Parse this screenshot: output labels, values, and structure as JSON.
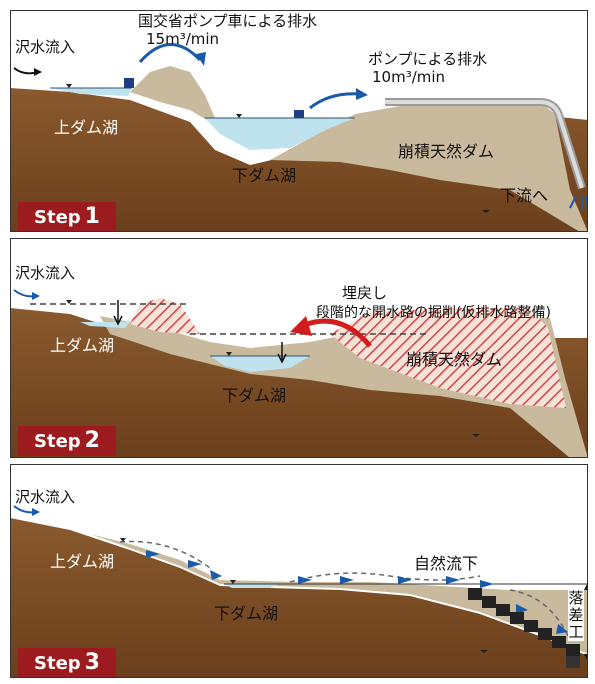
{
  "steps": [
    {
      "badge_word": "Step",
      "badge_num": "1",
      "inflow": "沢水流入",
      "pump_truck_label": "国交省ポンプ車による排水",
      "pump_truck_rate": "15m³/min",
      "pump_label": "ポンプによる排水",
      "pump_rate": "10m³/min",
      "upper_lake": "上ダム湖",
      "lower_lake": "下ダム湖",
      "landslide_dam": "崩積天然ダム",
      "downstream": "下流へ"
    },
    {
      "badge_word": "Step",
      "badge_num": "2",
      "inflow": "沢水流入",
      "backfill": "埋戻し",
      "excavation": "段階的な開水路の掘削(仮排水路整備)",
      "upper_lake": "上ダム湖",
      "lower_lake": "下ダム湖",
      "landslide_dam": "崩積天然ダム"
    },
    {
      "badge_word": "Step",
      "badge_num": "3",
      "inflow": "沢水流入",
      "natural_flow": "自然流下",
      "upper_lake": "上ダム湖",
      "lower_lake": "下ダム湖",
      "drop_structure": "落差工"
    }
  ],
  "colors": {
    "ground_dark": "#7a4a22",
    "ground_light": "#c8b89c",
    "water": "#bfe3ee",
    "arrow_blue": "#1a5aa8",
    "arrow_red": "#d11d1d",
    "badge": "#9b1b1f"
  }
}
